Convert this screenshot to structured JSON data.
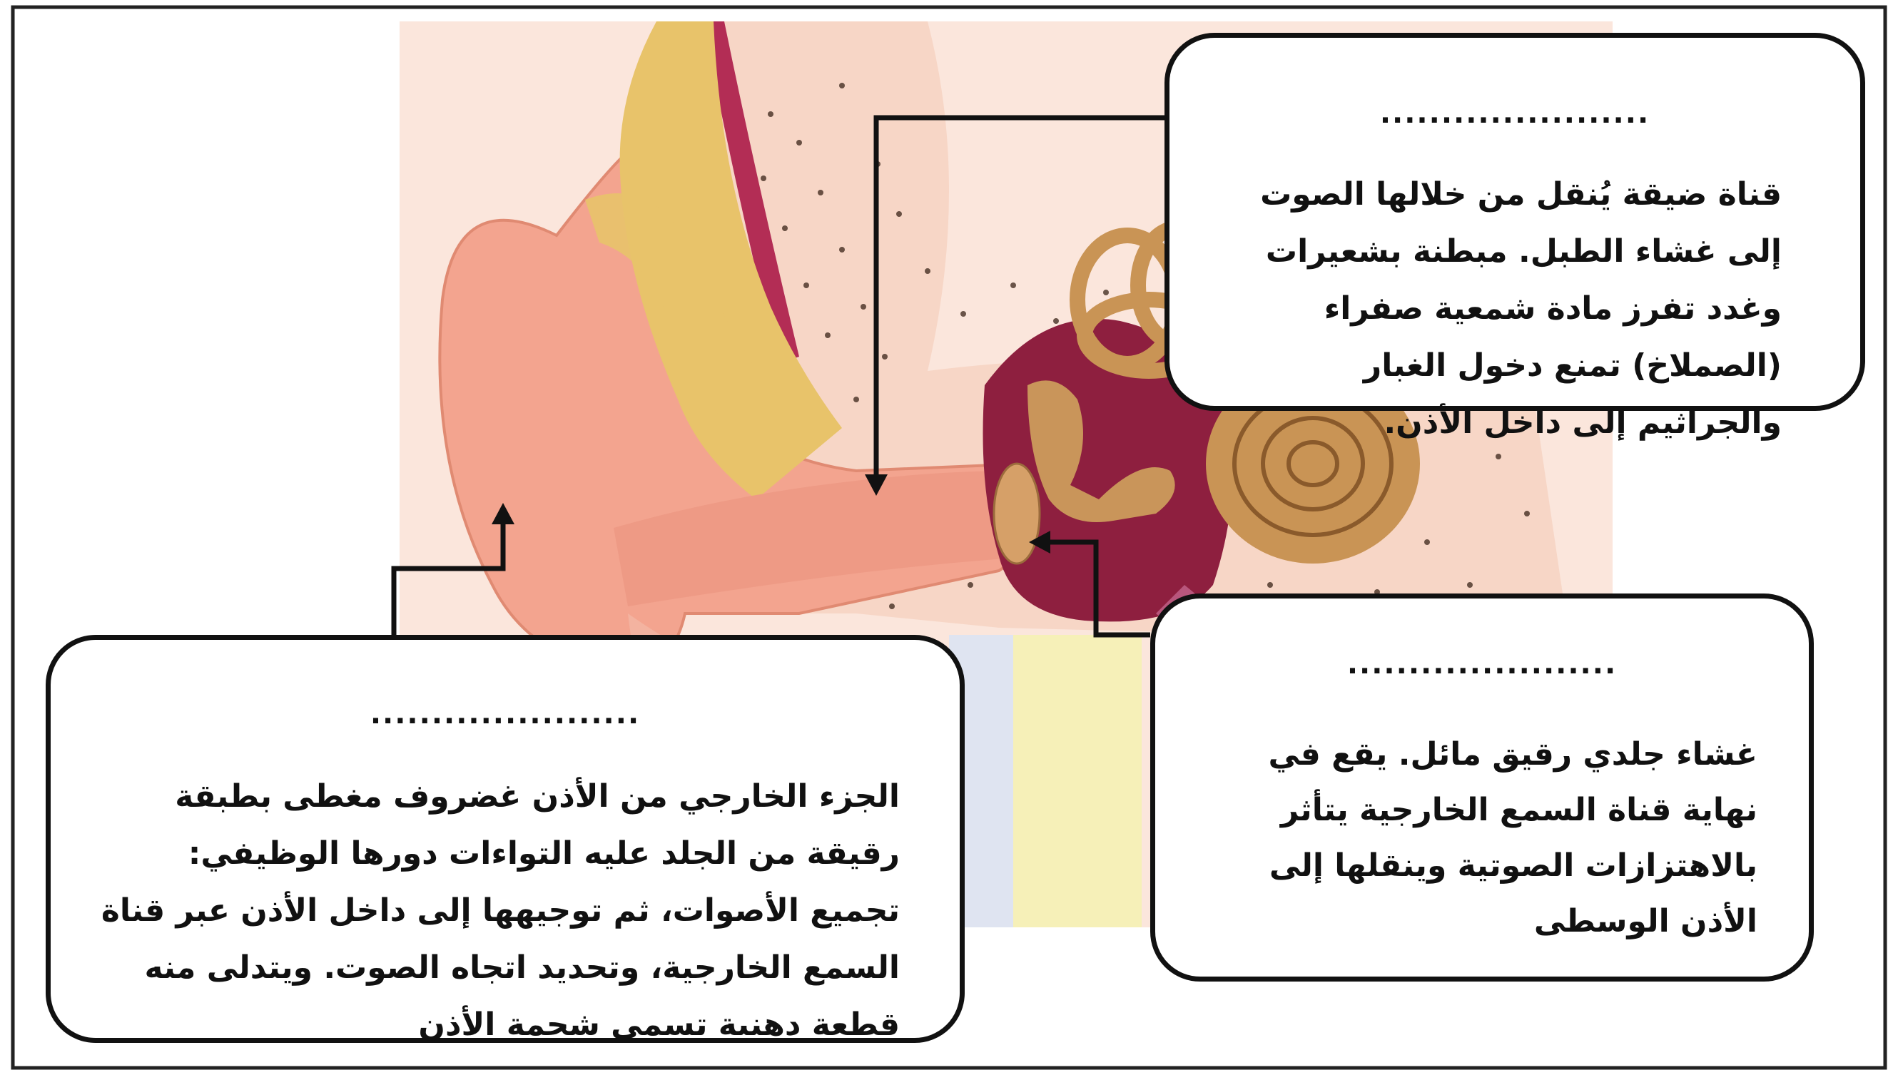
{
  "labels": {
    "ear_canal": {
      "blank": "......................",
      "description": "قناة ضيقة يُنقل من خلالها الصوت إلى غشاء الطبل. مبطنة بشعيرات وغدد تفرز مادة شمعية صفراء (الصملاخ) تمنع دخول الغبار والجراثيم إلى داخل الأذن."
    },
    "eardrum": {
      "blank": "......................",
      "description": "غشاء جلدي رقيق مائل. يقع في نهاية قناة السمع الخارجية يتأثر بالاهتزازات الصوتية وينقلها إلى الأذن الوسطى"
    },
    "outer_ear": {
      "blank": "......................",
      "description": "الجزء الخارجي من الأذن غضروف مغطى بطبقة رقيقة من الجلد عليه التواءات دورها الوظيفي: تجميع الأصوات، ثم توجيهها إلى داخل الأذن عبر قناة السمع الخارجية، وتحديد اتجاه الصوت. ويتدلى منه قطعة دهنية تسمى شحمة الأذن"
    }
  },
  "colors": {
    "skin": "#f3a48f",
    "cartilage": "#e8c36a",
    "tissue_bg": "#f7d6c6",
    "middle_ear_cavity": "#8e1f3f",
    "ossicles": "#c9955a",
    "outline": "#111111"
  }
}
